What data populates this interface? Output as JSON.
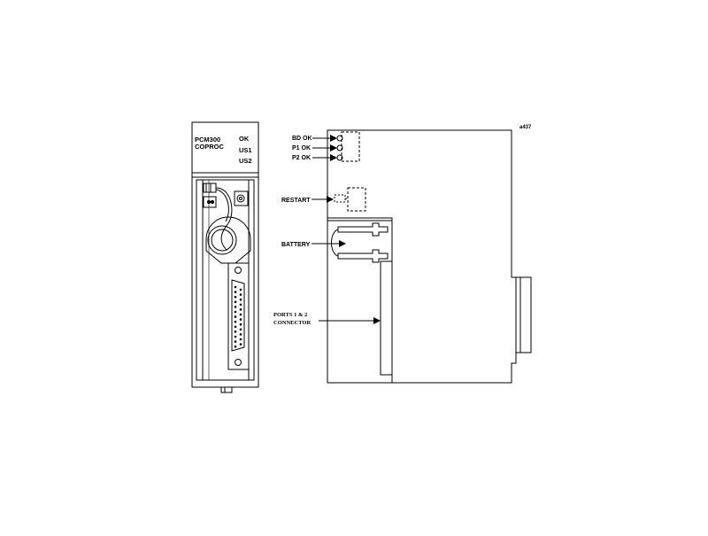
{
  "figure_id": "a437",
  "module": {
    "model": "PCM300",
    "type": "COPROC",
    "leds": [
      "OK",
      "US1",
      "US2"
    ]
  },
  "callouts": {
    "bd_ok": "BD OK",
    "p1_ok": "P1 OK",
    "p2_ok": "P2 OK",
    "restart": "RESTART",
    "battery": "BATTERY",
    "ports_line1": "PORTS 1 & 2",
    "ports_line2": "CONNECTOR"
  },
  "colors": {
    "stroke": "#000000",
    "background": "#ffffff"
  }
}
